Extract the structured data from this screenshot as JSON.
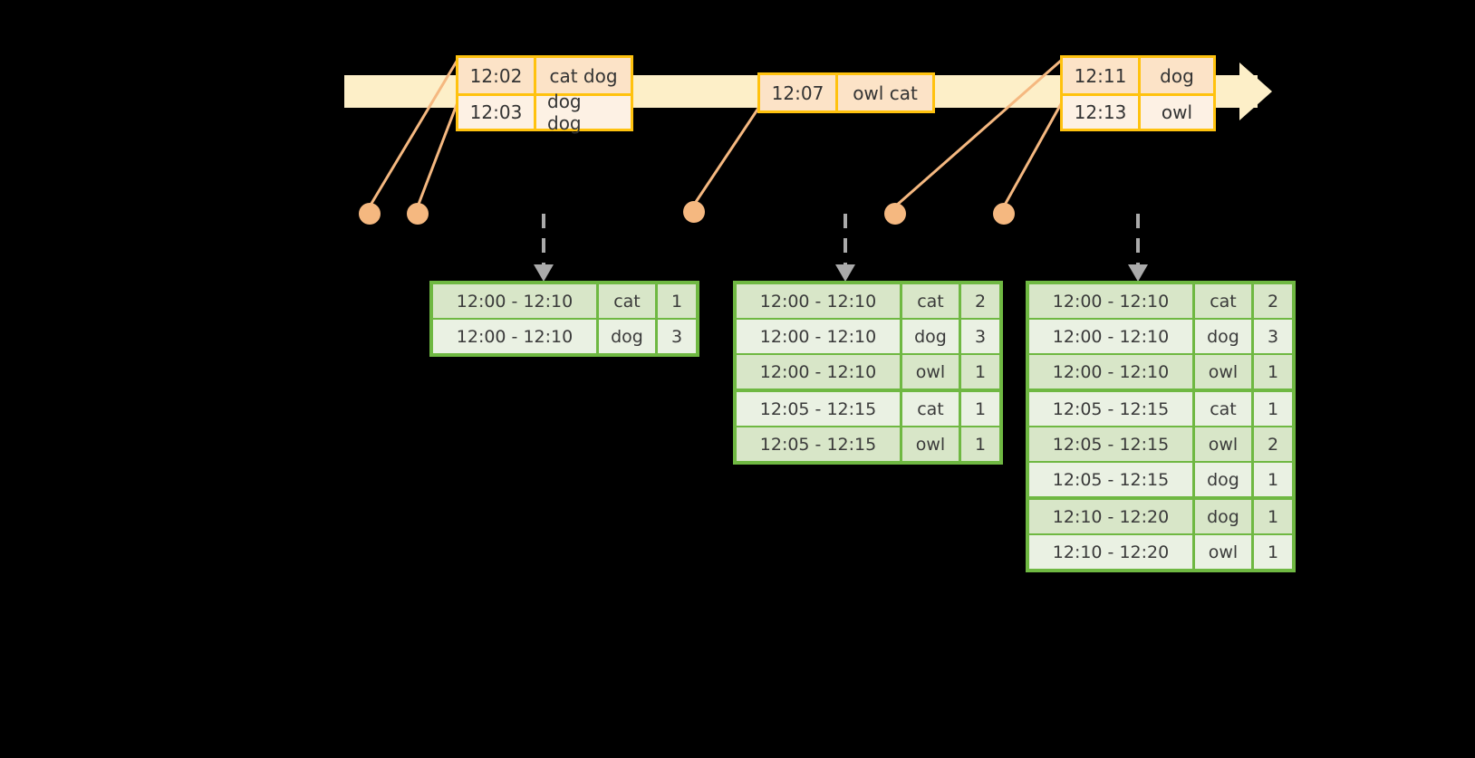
{
  "colors": {
    "background": "#000000",
    "timeline_fill": "#FDEFC8",
    "event_border": "#FFC20E",
    "event_shade_a": "#FCE3C7",
    "event_shade_b": "#FDF1E4",
    "table_border": "#6FB842",
    "table_shade_a": "#D8E6C8",
    "table_shade_b": "#EAF1E3",
    "connector": "#F5B880",
    "dot": "#F5B880",
    "arrow_gray": "#AAAAAA"
  },
  "timeline": {
    "name": "event-timeline",
    "events": [
      {
        "box": "event-box-1",
        "rows": [
          {
            "time": "12:02",
            "words": "cat dog"
          },
          {
            "time": "12:03",
            "words": "dog dog"
          }
        ]
      },
      {
        "box": "event-box-2",
        "rows": [
          {
            "time": "12:07",
            "words": "owl cat"
          }
        ]
      },
      {
        "box": "event-box-3",
        "rows": [
          {
            "time": "12:11",
            "words": "dog"
          },
          {
            "time": "12:13",
            "words": "owl"
          }
        ]
      }
    ]
  },
  "tables": [
    {
      "name": "result-table-1",
      "rows": [
        {
          "window": "12:00 - 12:10",
          "word": "cat",
          "count": "1"
        },
        {
          "window": "12:00 - 12:10",
          "word": "dog",
          "count": "3"
        }
      ]
    },
    {
      "name": "result-table-2",
      "rows": [
        {
          "window": "12:00 - 12:10",
          "word": "cat",
          "count": "2"
        },
        {
          "window": "12:00 - 12:10",
          "word": "dog",
          "count": "3"
        },
        {
          "window": "12:00 - 12:10",
          "word": "owl",
          "count": "1"
        },
        {
          "window": "12:05 - 12:15",
          "word": "cat",
          "count": "1"
        },
        {
          "window": "12:05 - 12:15",
          "word": "owl",
          "count": "1"
        }
      ]
    },
    {
      "name": "result-table-3",
      "rows": [
        {
          "window": "12:00 - 12:10",
          "word": "cat",
          "count": "2"
        },
        {
          "window": "12:00 - 12:10",
          "word": "dog",
          "count": "3"
        },
        {
          "window": "12:00 - 12:10",
          "word": "owl",
          "count": "1"
        },
        {
          "window": "12:05 - 12:15",
          "word": "cat",
          "count": "1"
        },
        {
          "window": "12:05 - 12:15",
          "word": "owl",
          "count": "2"
        },
        {
          "window": "12:05 - 12:15",
          "word": "dog",
          "count": "1"
        },
        {
          "window": "12:10 - 12:20",
          "word": "dog",
          "count": "1"
        },
        {
          "window": "12:10 - 12:20",
          "word": "owl",
          "count": "1"
        }
      ]
    }
  ]
}
